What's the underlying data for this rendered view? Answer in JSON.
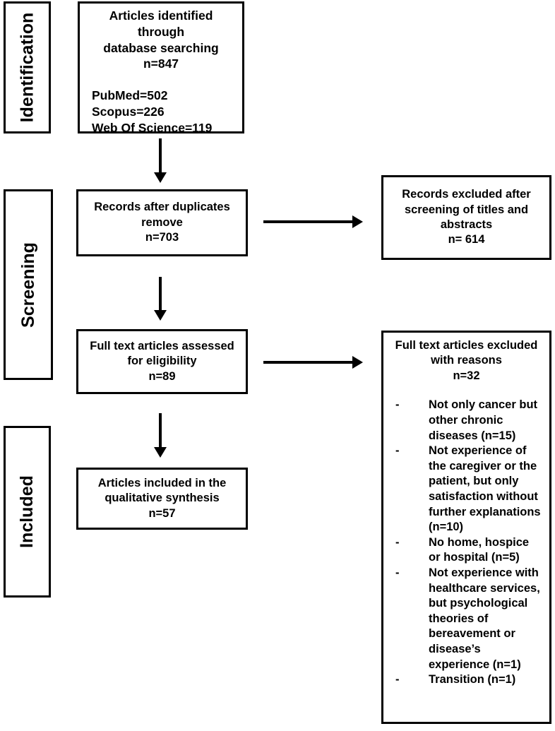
{
  "diagram": {
    "type": "prisma-flow-diagram",
    "stages": [
      {
        "label": "Identification"
      },
      {
        "label": "Screening"
      },
      {
        "label": "Included"
      }
    ],
    "boxes": {
      "identification": {
        "title_line1": "Articles identified through",
        "title_line2": "database searching",
        "count": "n=847",
        "sources": [
          "PubMed=502",
          "Scopus=226",
          "Web Of Science=119"
        ]
      },
      "records_after_duplicates": {
        "line1": "Records after duplicates",
        "line2": "remove",
        "count": "n=703"
      },
      "records_excluded": {
        "line1": "Records excluded after",
        "line2": "screening of titles and",
        "line3": "abstracts",
        "count": "n= 614"
      },
      "full_text_assessed": {
        "line1": "Full text articles assessed",
        "line2": "for eligibility",
        "count": "n=89"
      },
      "full_text_excluded": {
        "line1": "Full text articles excluded",
        "line2": "with reasons",
        "count": "n=32",
        "bullet_marker": "-",
        "reasons": [
          "Not only cancer but other chronic diseases (n=15)",
          "Not experience of the caregiver or the patient, but only satisfaction without further explanations (n=10)",
          "No home, hospice or hospital (n=5)",
          "Not experience with healthcare services, but psychological theories of bereavement or disease’s experience (n=1)",
          "Transition (n=1)"
        ]
      },
      "included": {
        "line1": "Articles included in the",
        "line2": "qualitative synthesis",
        "count": "n=57"
      }
    },
    "colors": {
      "stroke": "#000000",
      "fill": "#ffffff",
      "text": "#000000"
    }
  }
}
